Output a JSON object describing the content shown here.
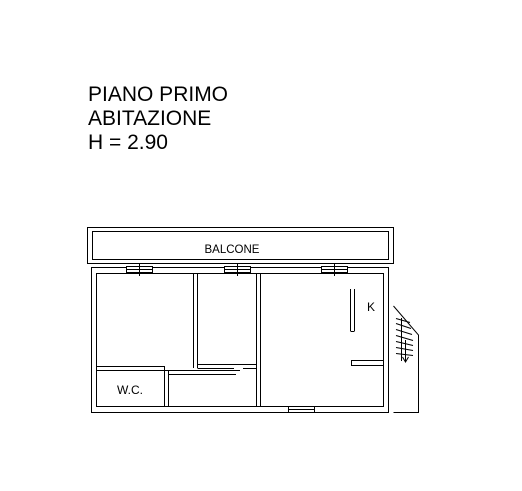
{
  "heading": {
    "floor": "PIANO PRIMO",
    "use": "ABITAZIONE",
    "height": "H = 2.90"
  },
  "plan": {
    "rooms": {
      "balcony": "BALCONE",
      "kitchen": "K",
      "bathroom": "W.C."
    }
  },
  "colors": {
    "line": "#000000",
    "wall_fill": "#ffffff",
    "background": "#ffffff"
  }
}
